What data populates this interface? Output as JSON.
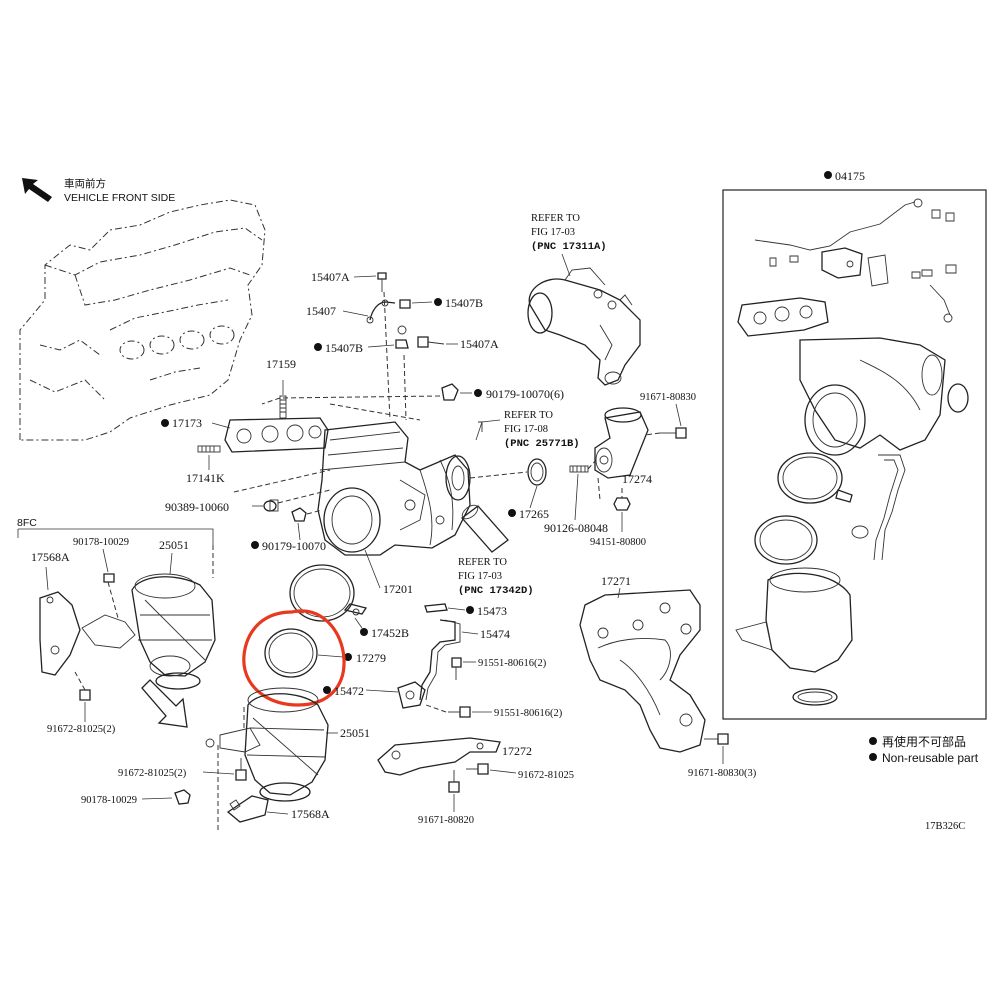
{
  "orientation": {
    "jp": "車両前方",
    "en": "VEHICLE FRONT SIDE"
  },
  "group_label": "8FC",
  "kit": {
    "number": "04175"
  },
  "refer": {
    "r1": {
      "title": "REFER TO",
      "fig": "FIG 17-03",
      "pnc": "(PNC 17311A)"
    },
    "r2": {
      "title": "REFER TO",
      "fig": "FIG 17-08",
      "pnc": "(PNC 25771B)"
    },
    "r3": {
      "title": "REFER TO",
      "fig": "FIG 17-03",
      "pnc": "(PNC 17342D)"
    }
  },
  "parts": {
    "p15407A_top": "15407A",
    "p15407": "15407",
    "p15407B_r": "15407B",
    "p15407B_l": "15407B",
    "p15407A_r": "15407A",
    "p17159": "17159",
    "p17173": "17173",
    "p17141K": "17141K",
    "p90179_10070_6": "90179-10070(6)",
    "p90389_10060": "90389-10060",
    "p90179_10070": "90179-10070",
    "p17265": "17265",
    "p90126_08048": "90126-08048",
    "p91671_80830": "91671-80830",
    "p17274": "17274",
    "p94151_80800": "94151-80800",
    "p17201": "17201",
    "p15473": "15473",
    "p15474": "15474",
    "p17452B": "17452B",
    "p17279": "17279",
    "p91551_80616_a": "91551-80616(2)",
    "p15472": "15472",
    "p91551_80616_b": "91551-80616(2)",
    "p17271": "17271",
    "p17568A_top": "17568A",
    "p90178_10029_top": "90178-10029",
    "p25051_top": "25051",
    "p91672_81025_2_top": "91672-81025(2)",
    "p25051_bot": "25051",
    "p91672_81025_2_bot": "91672-81025(2)",
    "p90178_10029_bot": "90178-10029",
    "p17568A_bot": "17568A",
    "p17272": "17272",
    "p91672_81025": "91672-81025",
    "p91671_80820": "91671-80820",
    "p91671_80830_3": "91671-80830(3)"
  },
  "legend": {
    "jp": "再使用不可部品",
    "en": "Non-reusable part"
  },
  "figure_code": "17B326C",
  "highlight": {
    "part": "17279",
    "color": "#e8381e"
  },
  "colors": {
    "line": "#222222",
    "background": "#ffffff"
  }
}
